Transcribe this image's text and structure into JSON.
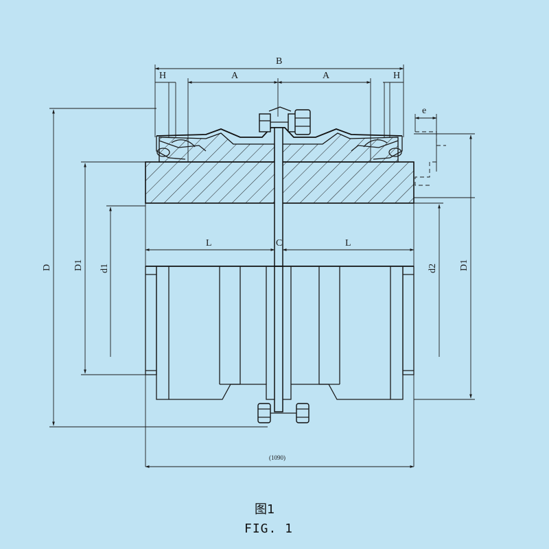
{
  "labels": {
    "B": "B",
    "A_left": "A",
    "A_right": "A",
    "H_left": "H",
    "H_right": "H",
    "e": "e",
    "D": "D",
    "D1_left": "D1",
    "D1_right": "D1",
    "d1": "d1",
    "d2": "d2",
    "L_left": "L",
    "C": "C",
    "L_right": "L",
    "overall": "(1090)"
  },
  "caption": {
    "cn": "图1",
    "en": "FIG. 1"
  },
  "colors": {
    "background": "#bfe3f3",
    "line": "#1b1b1b"
  }
}
